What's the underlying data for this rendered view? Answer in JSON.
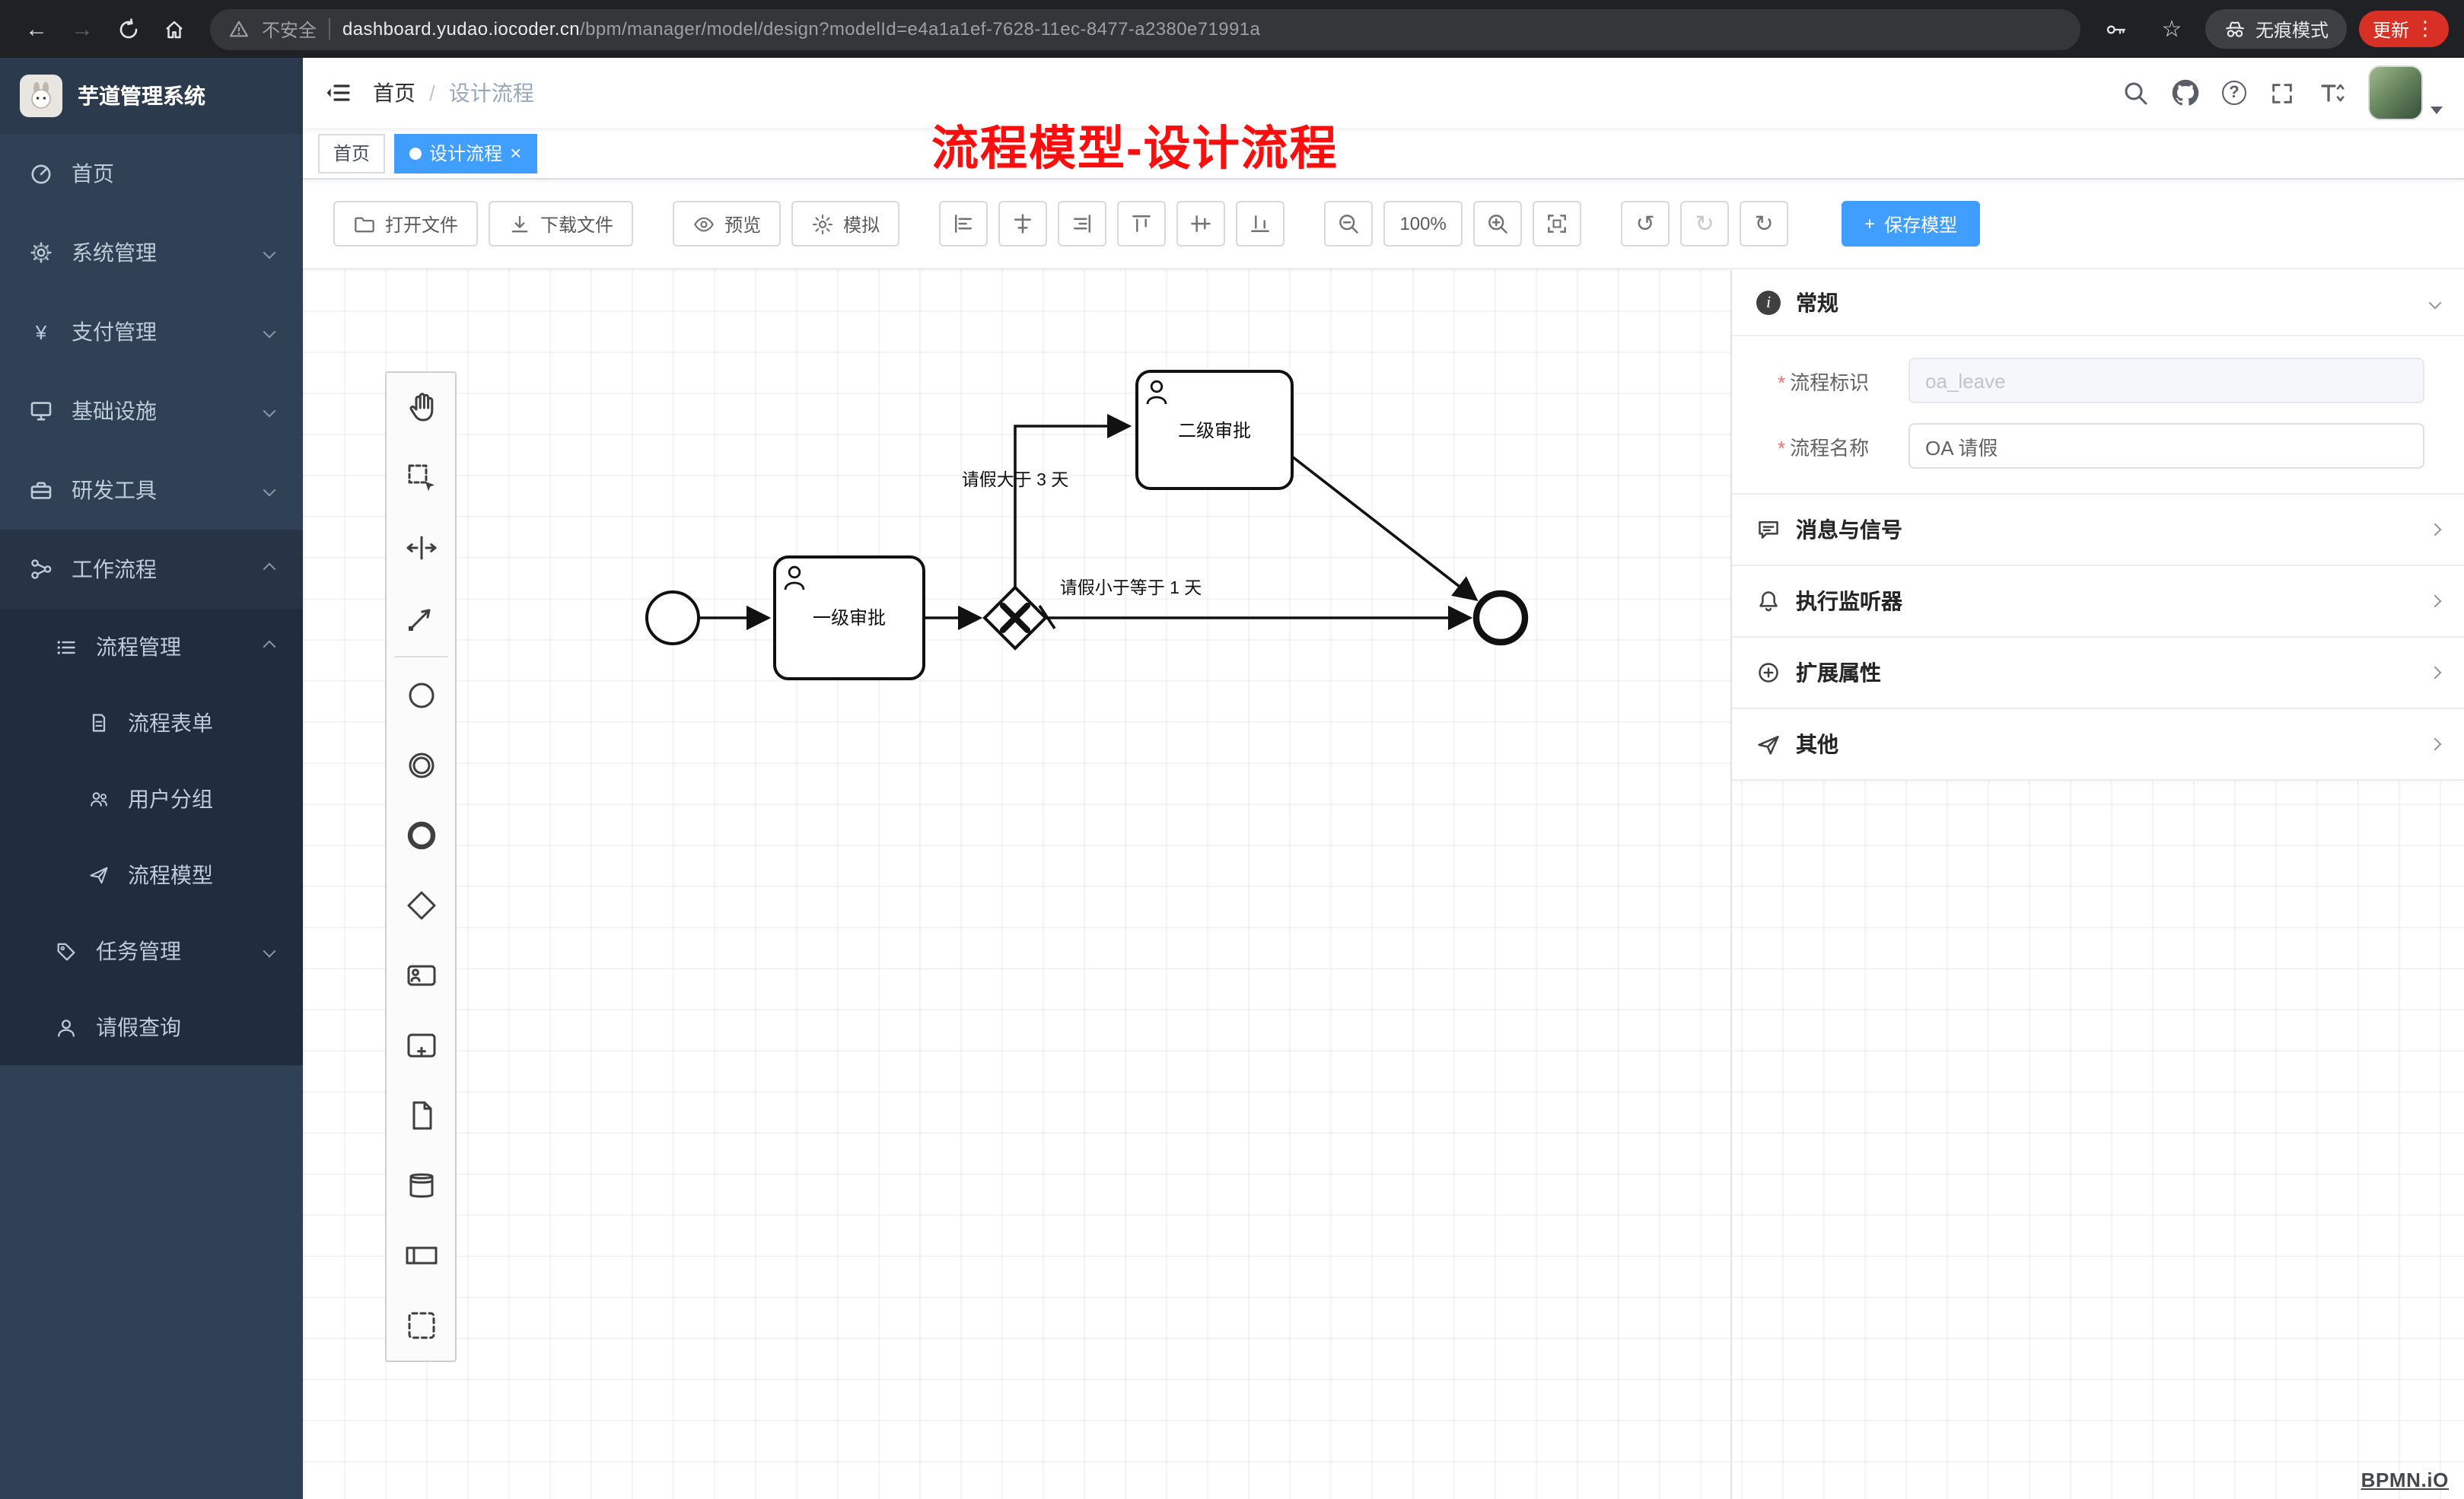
{
  "annotation": {
    "title": "流程模型-设计流程"
  },
  "browser": {
    "security": "不安全",
    "url_domain": "dashboard.yudao.iocoder.cn",
    "url_path": "/bpm/manager/model/design?modelId=e4a1a1ef-7628-11ec-8477-a2380e71991a",
    "incognito": "无痕模式",
    "update": "更新"
  },
  "icons": {
    "back": "←",
    "forward": "→",
    "star": "☆",
    "menu": "⋮",
    "help": "?",
    "undo": "↺",
    "redo": "↻",
    "refresh": "↻",
    "info": "i",
    "yen": "¥"
  },
  "sidebar": {
    "title": "芋道管理系统",
    "items": [
      {
        "label": "首页"
      },
      {
        "label": "系统管理"
      },
      {
        "label": "支付管理"
      },
      {
        "label": "基础设施"
      },
      {
        "label": "研发工具"
      },
      {
        "label": "工作流程"
      }
    ],
    "sub": {
      "process_group": "流程管理",
      "children": [
        {
          "label": "流程表单"
        },
        {
          "label": "用户分组"
        },
        {
          "label": "流程模型"
        }
      ],
      "task_group": "任务管理",
      "leave_query": "请假查询"
    }
  },
  "header": {
    "breadcrumb_home": "首页",
    "breadcrumb_sep": "/",
    "breadcrumb_current": "设计流程",
    "tab_home": "首页",
    "tab_active": "设计流程",
    "tab_close": "×"
  },
  "toolbar": {
    "open_file": "打开文件",
    "download_file": "下载文件",
    "preview": "预览",
    "simulate": "模拟",
    "zoom_level": "100%",
    "save_plus": "+",
    "save_model": "保存模型"
  },
  "diagram": {
    "task1": "一级审批",
    "task2": "二级审批",
    "cond_gt": "请假大于 3 天",
    "cond_lte": "请假小于等于 1 天"
  },
  "properties": {
    "general": "常规",
    "required_mark": "*",
    "field_key_label": "流程标识",
    "field_key_value": "oa_leave",
    "field_name_label": "流程名称",
    "field_name_value": "OA 请假",
    "sections": [
      {
        "label": "消息与信号"
      },
      {
        "label": "执行监听器"
      },
      {
        "label": "扩展属性"
      },
      {
        "label": "其他"
      }
    ]
  },
  "watermark": "BPMN.iO",
  "colors": {
    "accent": "#409eff",
    "sidebar_bg": "#304156",
    "sidebar_sub_bg": "#1f2d3d",
    "chrome_bg": "#202124",
    "update_red": "#d93025",
    "annotation": "#fb0e0e"
  }
}
